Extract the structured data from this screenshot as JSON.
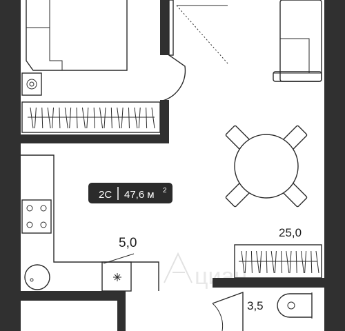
{
  "badge": {
    "type": "2С",
    "area_value": "47,6",
    "area_unit": "м",
    "area_exp": "2"
  },
  "rooms": [
    {
      "id": "kitchen",
      "area": "5,0"
    },
    {
      "id": "living",
      "area": "25,0"
    },
    {
      "id": "bathroom",
      "area": "3,5"
    }
  ],
  "watermark": "циан",
  "colors": {
    "wall": "#303030",
    "line": "#2a2a2a",
    "badge": "#2b2b2b",
    "watermark": "#e2e2e2"
  }
}
